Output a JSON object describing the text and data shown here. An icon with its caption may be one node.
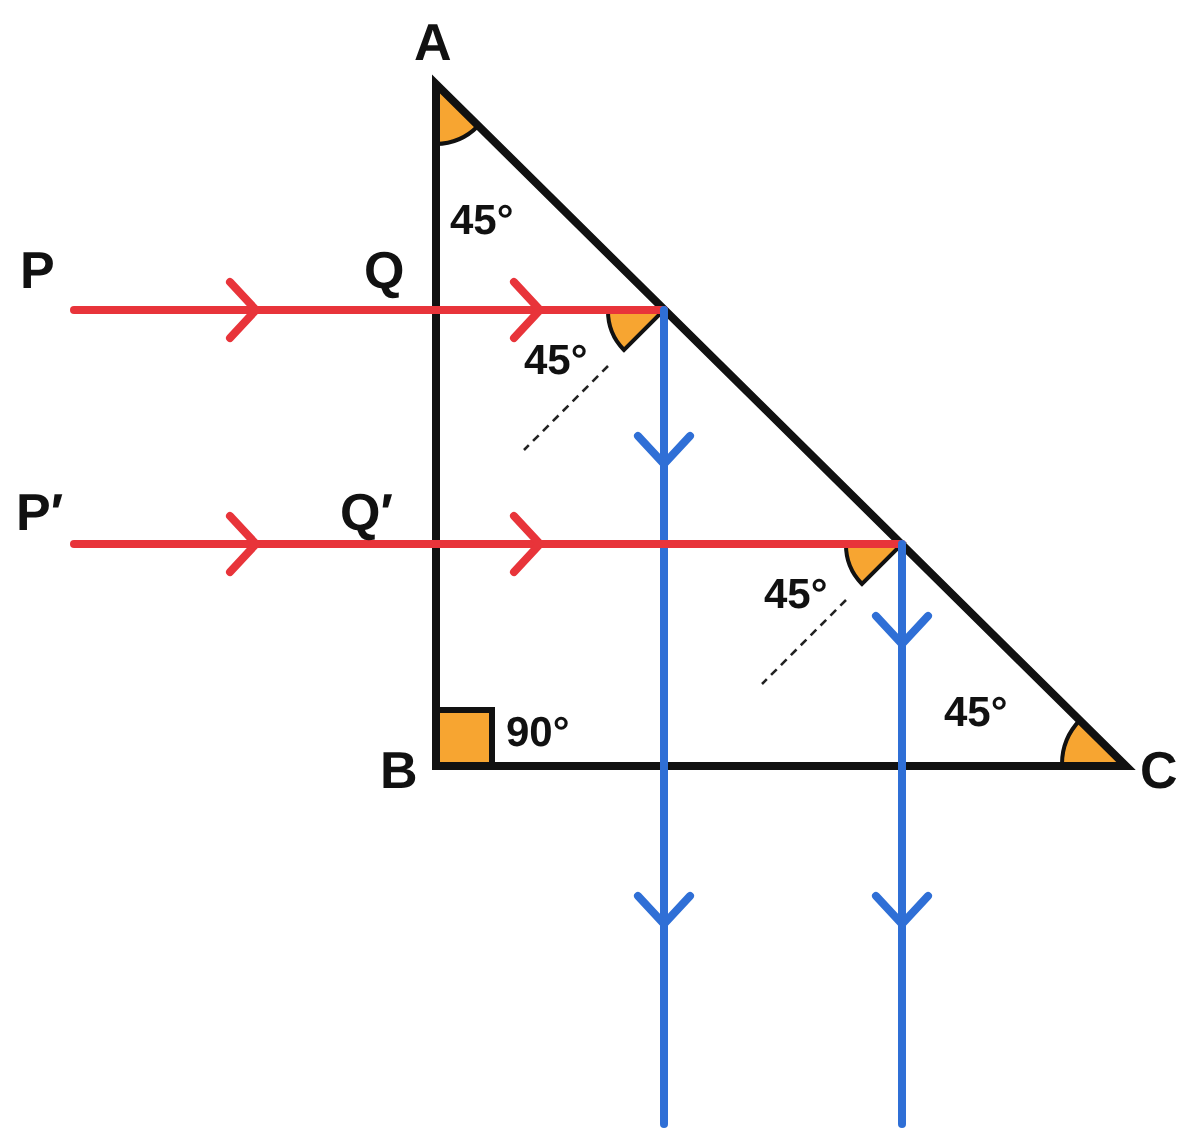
{
  "diagram": {
    "labels": [
      "A",
      "45°",
      "P",
      "Q",
      "45°",
      "P′",
      "Q′",
      "45°",
      "B",
      "90°",
      "45°",
      "C"
    ]
  }
}
